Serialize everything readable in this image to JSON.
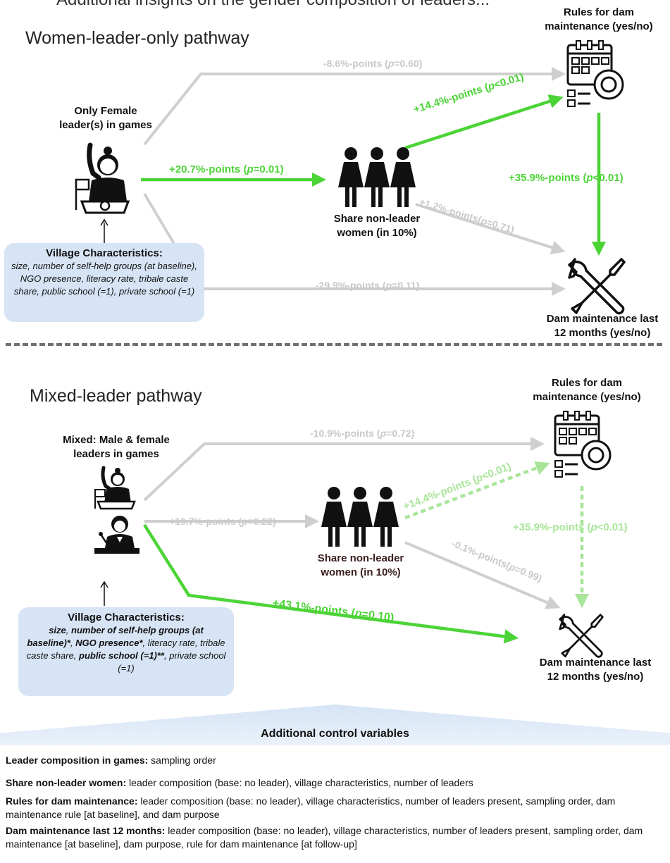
{
  "cutoff_title": "Additional insights on the gender composition of leaders...",
  "top": {
    "title": "Women-leader-only pathway",
    "leader_label": "Only Female\nleader(s) in games",
    "women_label": "Share non-leader\nwomen (in 10%)",
    "rules_label": "Rules for dam\nmaintenance (yes/no)",
    "dam_label": "Dam maintenance  last\n12 months (yes/no)",
    "edges": {
      "leader_to_rules": {
        "pre": "-8.6%-points (",
        "p": "p",
        "post": "=0.60)"
      },
      "leader_to_women": {
        "pre": "+20.7%-points (",
        "p": "p",
        "post": "=0.01)"
      },
      "women_to_rules": {
        "pre": "+14.4%-points (",
        "p": "p",
        "post": "<0.01)"
      },
      "rules_to_dam": {
        "pre": "+35.9%-points (",
        "p": "p",
        "post": "<0.01)"
      },
      "women_to_dam": {
        "pre": "+1.2%-points(",
        "p": "p",
        "post": "=0.71)"
      },
      "leader_to_dam": {
        "pre": "-29.9%-points (",
        "p": "p",
        "post": "=0.11)"
      }
    },
    "village": {
      "title": "Village Characteristics:",
      "body": "size, number of self-help groups (at baseline), NGO presence, literacy rate, tribale caste share, public school (=1), private school (=1)"
    }
  },
  "bottom": {
    "title": "Mixed-leader pathway",
    "leader_label": "Mixed: Male & female\nleaders in games",
    "women_label": "Share non-leader\nwomen (in 10%)",
    "rules_label": "Rules for dam\nmaintenance (yes/no)",
    "dam_label": "Dam maintenance  last\n12 months (yes/no)",
    "edges": {
      "leader_to_rules": {
        "pre": "-10.9%-points (",
        "p": "p",
        "post": "=0.72)"
      },
      "leader_to_women": {
        "pre": "+10.7%-points (",
        "p": "p",
        "post": "=0.22)"
      },
      "women_to_rules": {
        "pre": "+14.4%-points (",
        "p": "p",
        "post": "<0.01)"
      },
      "rules_to_dam": {
        "pre": "+35.9%-points (",
        "p": "p",
        "post": "<0.01)"
      },
      "women_to_dam": {
        "pre": "-0.1%-points(",
        "p": "p",
        "post": "=0.99)"
      },
      "leader_to_dam": {
        "pre": "+43.1%-points (",
        "p": "p",
        "post": "=0.10)"
      }
    },
    "village": {
      "title": "Village Characteristics:",
      "b1": "size",
      "t1": ", ",
      "b2": "number of self-help groups (at baseline)*",
      "t2": ", ",
      "b3": "NGO presence*",
      "t3": ", literacy rate, tribale caste share, ",
      "b4": "public school (=1)**",
      "t4": ", private school (=1)"
    }
  },
  "controls": {
    "title": "Additional control variables",
    "items": [
      {
        "label": "Leader composition in games:",
        "text": "  sampling order"
      },
      {
        "label": "Share non-leader women:",
        "text": " leader composition (base: no leader), village characteristics, number of leaders"
      },
      {
        "label": "Rules for dam maintenance:",
        "text": " leader composition (base: no leader), village characteristics, number of leaders present, sampling order, dam maintenance rule [at baseline], and dam purpose"
      },
      {
        "label": "Dam maintenance last 12 months:",
        "text": " leader composition (base: no leader), village characteristics, number of leaders present, sampling order, dam maintenance [at baseline], dam purpose, rule for dam maintenance [at follow-up]"
      }
    ]
  },
  "colors": {
    "green": "#4cd437",
    "light_green": "#a8e59a",
    "gray_arrow": "#cfcfcf",
    "village_box": "#d6e4f5",
    "divider": "#707070"
  },
  "icons": [
    "female-leader-icon",
    "male-leader-icon",
    "women-group-icon",
    "calendar-gear-icon",
    "wrench-screwdriver-icon"
  ]
}
